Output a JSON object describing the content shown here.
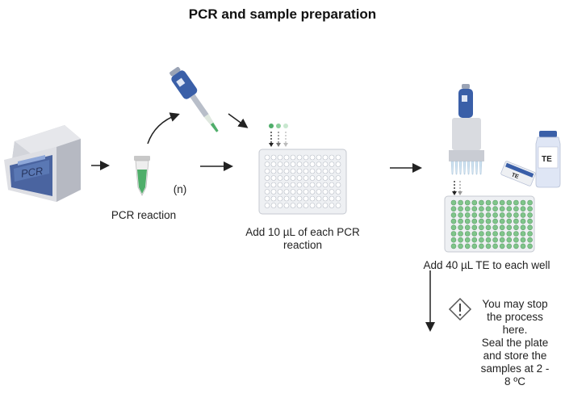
{
  "title": "PCR and sample preparation",
  "thermocycler": {
    "screen_text": "PCR"
  },
  "tube": {
    "label": "PCR reaction",
    "count_label": "(n)"
  },
  "plate_step": {
    "label_line1": "Add 10 µL of each PCR",
    "label_line2": "reaction"
  },
  "te_step": {
    "label": "Add 40 µL TE to each well",
    "bottle_label": "TE",
    "reservoir_label": "TE"
  },
  "note": {
    "line1": "You may stop",
    "line2": "the process",
    "line3": "here.",
    "line4": "Seal the plate",
    "line5": "and store the",
    "line6": "samples at 2 -",
    "line7": "8 ºC"
  },
  "colors": {
    "green_liquid": "#4fae6a",
    "plate_well_green": "#7fc58a",
    "pipette_blue": "#3a5fa8",
    "device_grey": "#d9dbe0",
    "screen_blue": "#5a78b4"
  }
}
